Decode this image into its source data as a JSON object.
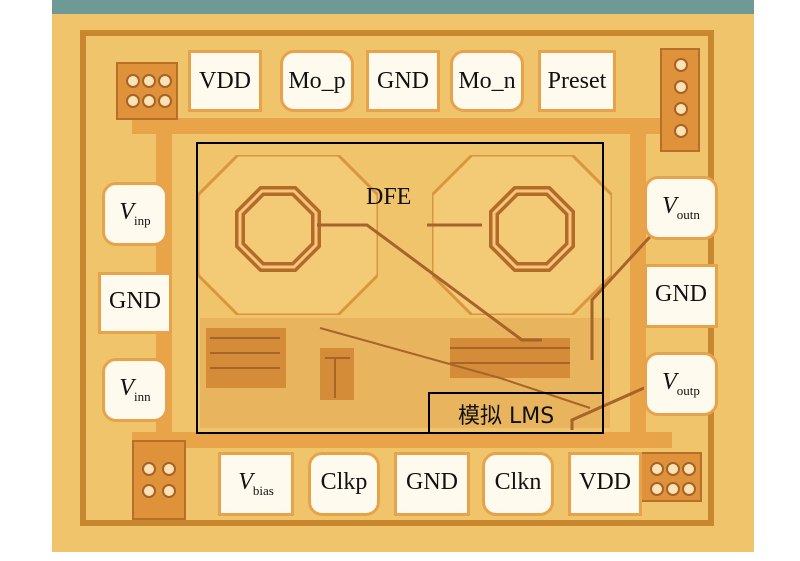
{
  "pads": {
    "top": [
      "VDD",
      "Mo_p",
      "GND",
      "Mo_n",
      "Preset"
    ],
    "left": [
      {
        "main": "V",
        "sub": "inp"
      },
      {
        "main": "GND",
        "sub": ""
      },
      {
        "main": "V",
        "sub": "inn"
      }
    ],
    "right": [
      {
        "main": "V",
        "sub": "outn"
      },
      {
        "main": "GND",
        "sub": ""
      },
      {
        "main": "V",
        "sub": "outp"
      }
    ],
    "bottom": [
      {
        "main": "V",
        "sub": "bias"
      },
      {
        "main": "Clkp",
        "sub": ""
      },
      {
        "main": "GND",
        "sub": ""
      },
      {
        "main": "Clkn",
        "sub": ""
      },
      {
        "main": "VDD",
        "sub": ""
      }
    ]
  },
  "blocks": {
    "dfe": "DFE",
    "lms": "模拟 LMS"
  },
  "colors": {
    "die": "#f0c46a",
    "metal": "#e9a348",
    "outline": "#000000"
  }
}
